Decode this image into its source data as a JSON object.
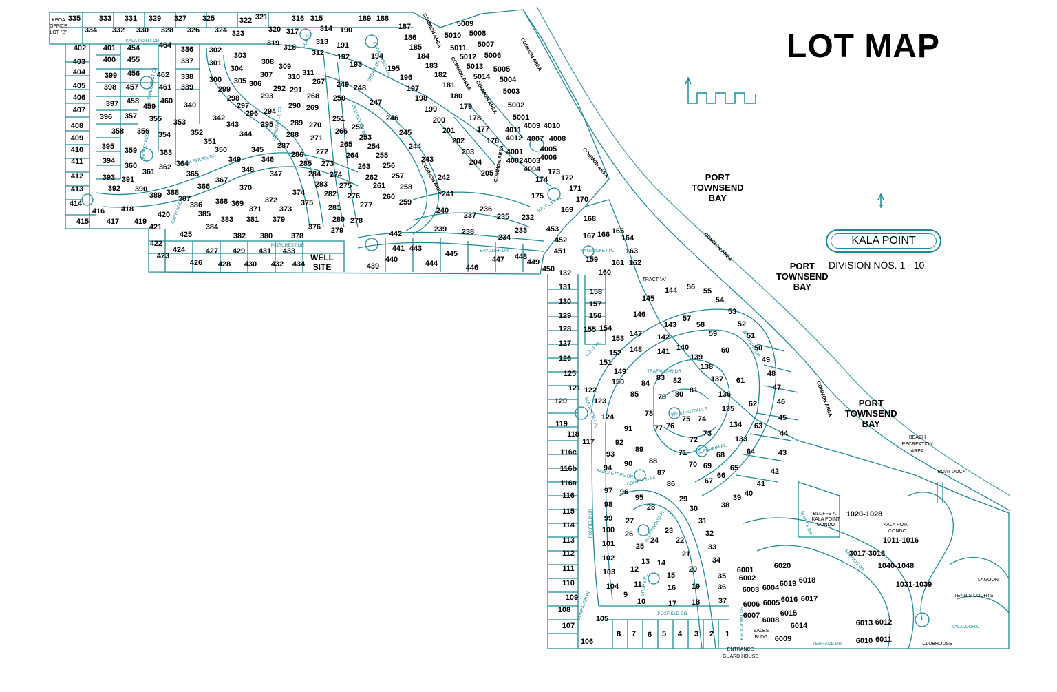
{
  "title": "LOT MAP",
  "badge_text": "KALA POINT",
  "division_text": "DIVISION NOS. 1 - 10",
  "colors": {
    "parcel_line": "#1e8a99",
    "text": "#000000",
    "background": "#ffffff"
  },
  "icons": [
    "north-arrow-icon",
    "compass-arrow-icon"
  ],
  "water_labels": [
    {
      "key": "ptb1",
      "lines": [
        "PORT",
        "TOWNSEND",
        "BAY"
      ]
    },
    {
      "key": "ptb2",
      "lines": [
        "PORT",
        "TOWNSEND",
        "BAY"
      ]
    },
    {
      "key": "ptb3",
      "lines": [
        "PORT",
        "TOWNSEND",
        "BAY"
      ]
    }
  ],
  "feature_labels": [
    "WELL",
    "SITE",
    "TRACT \"A\"",
    "BEACH",
    "RECREATION",
    "AREA",
    "BOAT DOCK",
    "KALA POINT",
    "CONDO",
    "LAGOON",
    "TENNIS COURTS",
    "CLUBHOUSE",
    "ENTRANCE",
    "GUARD HOUSE",
    "SALES",
    "BLDG",
    "KPOA",
    "OFFICE",
    "LOT \"B\"",
    "BLUFFS AT",
    "KALA POINT",
    "CONDO"
  ],
  "common_area_label": "COMMON AREA",
  "street_labels": [
    "KALA POINT DR",
    "PINECREST DR",
    "BAYCLIFF DR",
    "BAYCLIFF PL",
    "BELVEDERE DR",
    "OAK SHORE DR",
    "CEDAR VISTA LN",
    "SHORECREST CT",
    "SHORECREST",
    "NANTUCKET PL",
    "TRAFALGAR DR",
    "WELLINGTON CT",
    "WINDSHIP DR",
    "BLENHEIM PL",
    "BUCKHORN PL",
    "SADDLETREE DR",
    "FOXFIELD DR",
    "FOXFIELD DR.",
    "ALDERWOOD PL",
    "DUNRAVEN PL",
    "SPURS PL",
    "TERRACE DR",
    "KALA POINT DR",
    "SALVIEW DR",
    "BLUFFS DR",
    "CARRIAGE PL",
    "GREENVILLE CT",
    "COVE PL",
    "COMPTON PL",
    "PLACE",
    "KALALOCH CT",
    "CEDAR DR"
  ],
  "lots": [
    [
      "335",
      ","
    ],
    [
      "334",
      ""
    ],
    [
      "333",
      ""
    ],
    [
      "332",
      ""
    ],
    [
      "331",
      ""
    ],
    [
      "330",
      ""
    ],
    [
      "329",
      ""
    ],
    [
      "328",
      ""
    ],
    [
      "327",
      ""
    ],
    [
      "326",
      ""
    ],
    [
      "325",
      ""
    ],
    [
      "324",
      ""
    ],
    [
      "323",
      ""
    ],
    [
      "322",
      ""
    ],
    [
      "321",
      ""
    ],
    [
      "320",
      ""
    ],
    [
      "319",
      ""
    ],
    [
      "318",
      ""
    ],
    [
      "317",
      ""
    ],
    [
      "316",
      ""
    ],
    [
      "315",
      ""
    ],
    [
      "314",
      ""
    ],
    [
      "313",
      ""
    ],
    [
      "312",
      ""
    ],
    [
      "189",
      ""
    ],
    [
      "188",
      ""
    ],
    [
      "190",
      ""
    ],
    [
      "191",
      ""
    ],
    [
      "192",
      ""
    ],
    [
      "193",
      ""
    ],
    [
      "194",
      ""
    ],
    [
      "195",
      ""
    ],
    [
      "196",
      ""
    ],
    [
      "197",
      ""
    ],
    [
      "198",
      ""
    ],
    [
      "199",
      ""
    ],
    [
      "200",
      ""
    ],
    [
      "201",
      ""
    ],
    [
      "202",
      ""
    ],
    [
      "203",
      ""
    ],
    [
      "204",
      ""
    ],
    [
      "205",
      ""
    ],
    [
      "187",
      ""
    ],
    [
      "186",
      ""
    ],
    [
      "185",
      ""
    ],
    [
      "184",
      ""
    ],
    [
      "183",
      ""
    ],
    [
      "182",
      ""
    ],
    [
      "181",
      ""
    ],
    [
      "180",
      ""
    ],
    [
      "179",
      ""
    ],
    [
      "178",
      ""
    ],
    [
      "177",
      ""
    ],
    [
      "176",
      ""
    ],
    [
      "5009",
      ""
    ],
    [
      "5010",
      ""
    ],
    [
      "5008",
      ""
    ],
    [
      "5011",
      ""
    ],
    [
      "5007",
      ""
    ],
    [
      "5006",
      ""
    ],
    [
      "5012",
      ""
    ],
    [
      "5013",
      ""
    ],
    [
      "5005",
      ""
    ],
    [
      "5014",
      ""
    ],
    [
      "5004",
      ""
    ],
    [
      "5003",
      ""
    ],
    [
      "5002",
      ""
    ],
    [
      "5001",
      ""
    ],
    [
      "4009",
      ""
    ],
    [
      "4010",
      ""
    ],
    [
      "4011",
      ""
    ],
    [
      "4012",
      ""
    ],
    [
      "4007",
      ""
    ],
    [
      "4008",
      ""
    ],
    [
      "4005",
      ""
    ],
    [
      "4001",
      ""
    ],
    [
      "4006",
      ""
    ],
    [
      "4002",
      ""
    ],
    [
      "4003",
      ""
    ],
    [
      "4004",
      ""
    ],
    [
      "402",
      ""
    ],
    [
      "401",
      ""
    ],
    [
      "454",
      ""
    ],
    [
      "464",
      ""
    ],
    [
      "336",
      ""
    ],
    [
      "302",
      ""
    ],
    [
      "303",
      ""
    ],
    [
      "403",
      ""
    ],
    [
      "400",
      ""
    ],
    [
      "455",
      ""
    ],
    [
      "337",
      ""
    ],
    [
      "301",
      ""
    ],
    [
      "308",
      ""
    ],
    [
      "309",
      ""
    ],
    [
      "404",
      ""
    ],
    [
      "399",
      ""
    ],
    [
      "456",
      ""
    ],
    [
      "462",
      ""
    ],
    [
      "338",
      ""
    ],
    [
      "304",
      ""
    ],
    [
      "311",
      ""
    ],
    [
      "405",
      ""
    ],
    [
      "398",
      ""
    ],
    [
      "457",
      ""
    ],
    [
      "461",
      ""
    ],
    [
      "339",
      ""
    ],
    [
      "300",
      ""
    ],
    [
      "305",
      ""
    ],
    [
      "306",
      ""
    ],
    [
      "307",
      ""
    ],
    [
      "310",
      ""
    ],
    [
      "267",
      ""
    ],
    [
      "406",
      ""
    ],
    [
      "458",
      ""
    ],
    [
      "460",
      ""
    ],
    [
      "299",
      ""
    ],
    [
      "292",
      ""
    ],
    [
      "291",
      ""
    ],
    [
      "249",
      ""
    ],
    [
      "248",
      ""
    ],
    [
      "407",
      ""
    ],
    [
      "397",
      ""
    ],
    [
      "459",
      ""
    ],
    [
      "340",
      ""
    ],
    [
      "298",
      ""
    ],
    [
      "297",
      ""
    ],
    [
      "293",
      ""
    ],
    [
      "290",
      ""
    ],
    [
      "268",
      ""
    ],
    [
      "250",
      ""
    ],
    [
      "247",
      ""
    ],
    [
      "396",
      ""
    ],
    [
      "357",
      ""
    ],
    [
      "355",
      ""
    ],
    [
      "296",
      ""
    ],
    [
      "294",
      ""
    ],
    [
      "269",
      ""
    ],
    [
      "408",
      ""
    ],
    [
      "342",
      ""
    ],
    [
      "343",
      ""
    ],
    [
      "295",
      ""
    ],
    [
      "289",
      ""
    ],
    [
      "270",
      ""
    ],
    [
      "251",
      ""
    ],
    [
      "246",
      ""
    ],
    [
      "358",
      ""
    ],
    [
      "356",
      ""
    ],
    [
      "353",
      ""
    ],
    [
      "252",
      ""
    ],
    [
      "409",
      ""
    ],
    [
      "354",
      ""
    ],
    [
      "352",
      ""
    ],
    [
      "344",
      ""
    ],
    [
      "288",
      ""
    ],
    [
      "271",
      ""
    ],
    [
      "266",
      ""
    ],
    [
      "253",
      ""
    ],
    [
      "245",
      ""
    ],
    [
      "410",
      ""
    ],
    [
      "395",
      ""
    ],
    [
      "359",
      ""
    ],
    [
      "351",
      ""
    ],
    [
      "345",
      ""
    ],
    [
      "287",
      ""
    ],
    [
      "265",
      ""
    ],
    [
      "254",
      ""
    ],
    [
      "244",
      ""
    ],
    [
      "411",
      ""
    ],
    [
      "394",
      ""
    ],
    [
      "363",
      ""
    ],
    [
      "350",
      ""
    ],
    [
      "286",
      ""
    ],
    [
      "272",
      ""
    ],
    [
      "264",
      ""
    ],
    [
      "255",
      ""
    ],
    [
      "360",
      ""
    ],
    [
      "362",
      ""
    ],
    [
      "364",
      ""
    ],
    [
      "349",
      ""
    ],
    [
      "346",
      ""
    ],
    [
      "285",
      ""
    ],
    [
      "273",
      ""
    ],
    [
      "256",
      ""
    ],
    [
      "243",
      ""
    ],
    [
      "412",
      ""
    ],
    [
      "393",
      ""
    ],
    [
      "361",
      ""
    ],
    [
      "348",
      ""
    ],
    [
      "347",
      ""
    ],
    [
      "284",
      ""
    ],
    [
      "274",
      ""
    ],
    [
      "263",
      ""
    ],
    [
      "257",
      ""
    ],
    [
      "413",
      ""
    ],
    [
      "392",
      ""
    ],
    [
      "391",
      ""
    ],
    [
      "365",
      ""
    ],
    [
      "367",
      ""
    ],
    [
      "366",
      ""
    ],
    [
      "283",
      ""
    ],
    [
      "262",
      ""
    ],
    [
      "242",
      ""
    ],
    [
      "390",
      ""
    ],
    [
      "389",
      ""
    ],
    [
      "388",
      ""
    ],
    [
      "370",
      ""
    ],
    [
      "374",
      ""
    ],
    [
      "282",
      ""
    ],
    [
      "275",
      ""
    ],
    [
      "261",
      ""
    ],
    [
      "258",
      ""
    ],
    [
      "241",
      ""
    ],
    [
      "414",
      ""
    ],
    [
      "416",
      ""
    ],
    [
      "418",
      ""
    ],
    [
      "420",
      ""
    ],
    [
      "387",
      ""
    ],
    [
      "386",
      ""
    ],
    [
      "368",
      ""
    ],
    [
      "369",
      ""
    ],
    [
      "372",
      ""
    ],
    [
      "375",
      ""
    ],
    [
      "281",
      ""
    ],
    [
      "276",
      ""
    ],
    [
      "260",
      ""
    ],
    [
      "259",
      ""
    ],
    [
      "415",
      ""
    ],
    [
      "417",
      ""
    ],
    [
      "419",
      ""
    ],
    [
      "421",
      ""
    ],
    [
      "385",
      ""
    ],
    [
      "383",
      ""
    ],
    [
      "371",
      ""
    ],
    [
      "373",
      ""
    ],
    [
      "280",
      ""
    ],
    [
      "277",
      ""
    ],
    [
      "240",
      ""
    ],
    [
      "384",
      ""
    ],
    [
      "381",
      ""
    ],
    [
      "379",
      ""
    ],
    [
      "376",
      ""
    ],
    [
      "278",
      ""
    ],
    [
      "279",
      ""
    ],
    [
      "239",
      ""
    ],
    [
      "422",
      ""
    ],
    [
      "382",
      ""
    ],
    [
      "380",
      ""
    ],
    [
      "378",
      ""
    ],
    [
      "423",
      ""
    ],
    [
      "424",
      ""
    ],
    [
      "425",
      ""
    ],
    [
      "427",
      ""
    ],
    [
      "429",
      ""
    ],
    [
      "431",
      ""
    ],
    [
      "433",
      ""
    ],
    [
      "426",
      ""
    ],
    [
      "428",
      ""
    ],
    [
      "430",
      ""
    ],
    [
      "432",
      ""
    ],
    [
      "434",
      ""
    ],
    [
      "442",
      ""
    ],
    [
      "441",
      ""
    ],
    [
      "443",
      ""
    ],
    [
      "440",
      ""
    ],
    [
      "439",
      ""
    ],
    [
      "444",
      ""
    ],
    [
      "445",
      ""
    ],
    [
      "446",
      ""
    ],
    [
      "447",
      ""
    ],
    [
      "448",
      ""
    ],
    [
      "449",
      ""
    ],
    [
      "450",
      ""
    ],
    [
      "4",
      ""
    ],
    [
      "3",
      ""
    ],
    [
      "8",
      ""
    ],
    [
      "236",
      ""
    ],
    [
      "237",
      ""
    ],
    [
      "235",
      ""
    ],
    [
      "232",
      ""
    ],
    [
      "238",
      ""
    ],
    [
      "234",
      ""
    ],
    [
      "233",
      ""
    ],
    [
      "168",
      ""
    ],
    [
      "169",
      ""
    ],
    [
      "170",
      ""
    ],
    [
      "171",
      ""
    ],
    [
      "172",
      ""
    ],
    [
      "173",
      ""
    ],
    [
      "174",
      ""
    ],
    [
      "175",
      ""
    ],
    [
      "453",
      ""
    ],
    [
      "452",
      ""
    ],
    [
      "451",
      ""
    ],
    [
      "167",
      ""
    ],
    [
      "166",
      ""
    ],
    [
      "165",
      ""
    ],
    [
      "164",
      ""
    ],
    [
      "163",
      ""
    ],
    [
      "162",
      ""
    ],
    [
      "161",
      ""
    ],
    [
      "160",
      ""
    ],
    [
      "159",
      ""
    ],
    [
      "158",
      ""
    ],
    [
      "157",
      ""
    ],
    [
      "156",
      ""
    ],
    [
      "155",
      ""
    ],
    [
      "154",
      ""
    ],
    [
      "153",
      ""
    ],
    [
      "152",
      ""
    ],
    [
      "151",
      ""
    ],
    [
      "150",
      ""
    ],
    [
      "149",
      ""
    ],
    [
      "148",
      ""
    ],
    [
      "147",
      ""
    ],
    [
      "146",
      ""
    ],
    [
      "145",
      ""
    ],
    [
      "144",
      ""
    ],
    [
      "143",
      ""
    ],
    [
      "142",
      ""
    ],
    [
      "141",
      ""
    ],
    [
      "140",
      ""
    ],
    [
      "139",
      ""
    ],
    [
      "138",
      ""
    ],
    [
      "137",
      ""
    ],
    [
      "136",
      ""
    ],
    [
      "135",
      ""
    ],
    [
      "134",
      ""
    ],
    [
      "133",
      ""
    ],
    [
      "132",
      ""
    ],
    [
      "131",
      ""
    ],
    [
      "130",
      ""
    ],
    [
      "129",
      ""
    ],
    [
      "128",
      ""
    ],
    [
      "127",
      ""
    ],
    [
      "126",
      ""
    ],
    [
      "125",
      ""
    ],
    [
      "121",
      ""
    ],
    [
      "122",
      ""
    ],
    [
      "123",
      ""
    ],
    [
      "124",
      ""
    ],
    [
      "120",
      ""
    ],
    [
      "119",
      ""
    ],
    [
      "118",
      ""
    ],
    [
      "117",
      ""
    ],
    [
      "116c",
      ""
    ],
    [
      "116b",
      ""
    ],
    [
      "116a",
      ""
    ],
    [
      "116",
      ""
    ],
    [
      "115",
      ""
    ],
    [
      "114",
      ""
    ],
    [
      "113",
      ""
    ],
    [
      "112",
      ""
    ],
    [
      "111",
      ""
    ],
    [
      "110",
      ""
    ],
    [
      "109",
      ""
    ],
    [
      "108",
      ""
    ],
    [
      "107",
      ""
    ],
    [
      "106",
      ""
    ],
    [
      "105",
      ""
    ],
    [
      "104",
      ""
    ],
    [
      "103",
      ""
    ],
    [
      "102",
      ""
    ],
    [
      "101",
      ""
    ],
    [
      "100",
      ""
    ],
    [
      "99",
      ""
    ],
    [
      "98",
      ""
    ],
    [
      "97",
      ""
    ],
    [
      "96",
      ""
    ],
    [
      "95",
      ""
    ],
    [
      "94",
      ""
    ],
    [
      "93",
      ""
    ],
    [
      "92",
      ""
    ],
    [
      "91",
      ""
    ],
    [
      "90",
      ""
    ],
    [
      "89",
      ""
    ],
    [
      "88",
      ""
    ],
    [
      "87",
      ""
    ],
    [
      "86",
      ""
    ],
    [
      "85",
      ""
    ],
    [
      "84",
      ""
    ],
    [
      "83",
      ""
    ],
    [
      "82",
      ""
    ],
    [
      "81",
      ""
    ],
    [
      "80",
      ""
    ],
    [
      "79",
      ""
    ],
    [
      "78",
      ""
    ],
    [
      "77",
      ""
    ],
    [
      "76",
      ""
    ],
    [
      "75",
      ""
    ],
    [
      "74",
      ""
    ],
    [
      "73",
      ""
    ],
    [
      "72",
      ""
    ],
    [
      "71",
      ""
    ],
    [
      "70",
      ""
    ],
    [
      "69",
      ""
    ],
    [
      "68",
      ""
    ],
    [
      "67",
      ""
    ],
    [
      "66",
      ""
    ],
    [
      "65",
      ""
    ],
    [
      "64",
      ""
    ],
    [
      "63",
      ""
    ],
    [
      "62",
      ""
    ],
    [
      "61",
      ""
    ],
    [
      "60",
      ""
    ],
    [
      "59",
      ""
    ],
    [
      "58",
      ""
    ],
    [
      "57",
      ""
    ],
    [
      "56",
      ""
    ],
    [
      "55",
      ""
    ],
    [
      "54",
      ""
    ],
    [
      "53",
      ""
    ],
    [
      "52",
      ""
    ],
    [
      "51",
      ""
    ],
    [
      "50",
      ""
    ],
    [
      "49",
      ""
    ],
    [
      "48",
      ""
    ],
    [
      "47",
      ""
    ],
    [
      "46",
      ""
    ],
    [
      "45",
      ""
    ],
    [
      "44",
      ""
    ],
    [
      "43",
      ""
    ],
    [
      "42",
      ""
    ],
    [
      "41",
      ""
    ],
    [
      "40",
      ""
    ],
    [
      "39",
      ""
    ],
    [
      "38",
      ""
    ],
    [
      "37",
      ""
    ],
    [
      "36",
      ""
    ],
    [
      "35",
      ""
    ],
    [
      "34",
      ""
    ],
    [
      "33",
      ""
    ],
    [
      "32",
      ""
    ],
    [
      "31",
      ""
    ],
    [
      "30",
      ""
    ],
    [
      "29",
      ""
    ],
    [
      "28",
      ""
    ],
    [
      "27",
      ""
    ],
    [
      "26",
      ""
    ],
    [
      "25",
      ""
    ],
    [
      "24",
      ""
    ],
    [
      "23",
      ""
    ],
    [
      "22",
      ""
    ],
    [
      "21",
      ""
    ],
    [
      "20",
      ""
    ],
    [
      "19",
      ""
    ],
    [
      "18",
      ""
    ],
    [
      "17",
      ""
    ],
    [
      "16",
      ""
    ],
    [
      "15",
      ""
    ],
    [
      "14",
      ""
    ],
    [
      "13",
      ""
    ],
    [
      "12",
      ""
    ],
    [
      "11",
      ""
    ],
    [
      "10",
      ""
    ],
    [
      "9",
      ""
    ],
    [
      "8",
      ""
    ],
    [
      "7",
      ""
    ],
    [
      "6",
      ""
    ],
    [
      "5",
      ""
    ],
    [
      "4",
      ""
    ],
    [
      "3",
      ""
    ],
    [
      "2",
      ""
    ],
    [
      "1",
      ""
    ],
    [
      "6001",
      ""
    ],
    [
      "6020",
      ""
    ],
    [
      "6002",
      ""
    ],
    [
      "6003",
      ""
    ],
    [
      "6004",
      ""
    ],
    [
      "6019",
      ""
    ],
    [
      "6018",
      ""
    ],
    [
      "6005",
      ""
    ],
    [
      "6016",
      ""
    ],
    [
      "6017",
      ""
    ],
    [
      "6006",
      ""
    ],
    [
      "6015",
      ""
    ],
    [
      "6007",
      ""
    ],
    [
      "6008",
      ""
    ],
    [
      "6014",
      ""
    ],
    [
      "6013",
      ""
    ],
    [
      "6012",
      ""
    ],
    [
      "6009",
      ""
    ],
    [
      "6010",
      ""
    ],
    [
      "6011",
      ""
    ],
    [
      "1020-1028",
      ""
    ],
    [
      "1011-1016",
      ""
    ],
    [
      "3017-3018",
      ""
    ],
    [
      "1040-1048",
      ""
    ],
    [
      "1031-1039",
      ""
    ]
  ]
}
